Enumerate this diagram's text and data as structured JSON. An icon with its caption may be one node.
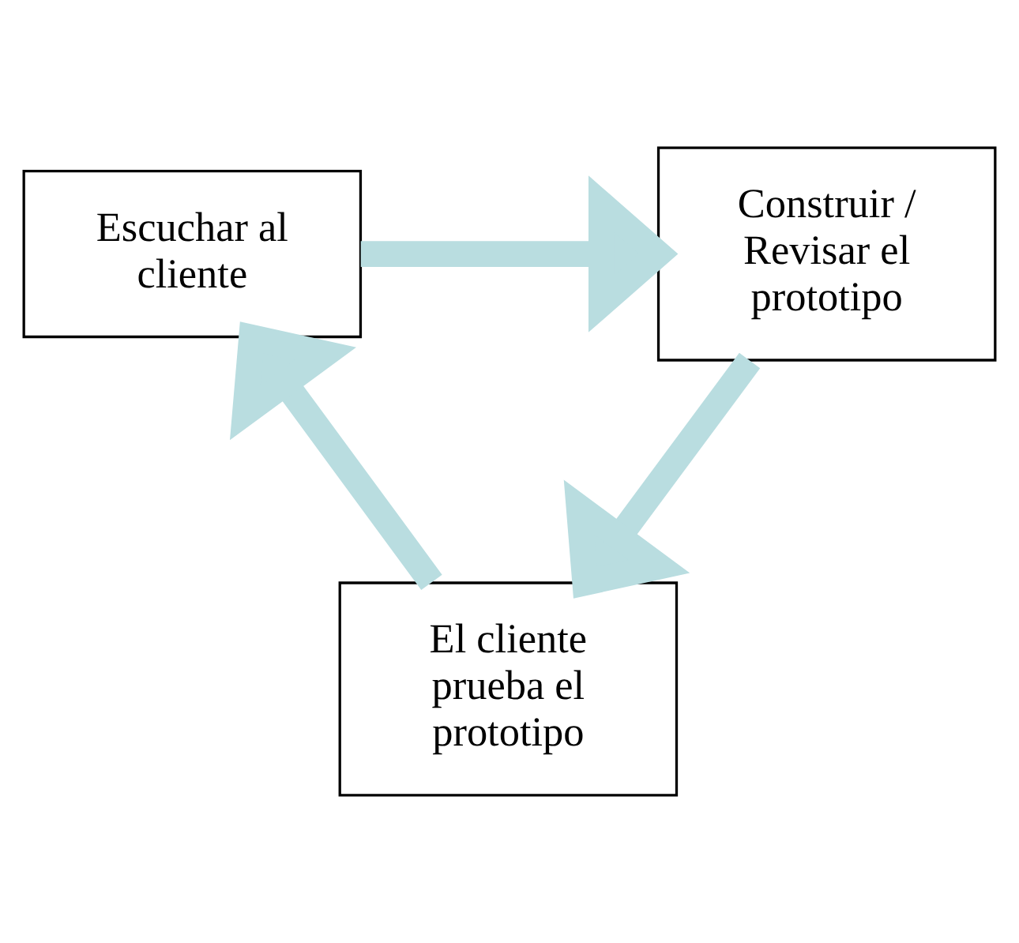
{
  "diagram": {
    "nodes": [
      {
        "text": [
          "Escuchar al cliente"
        ]
      },
      {
        "text": [
          "Construir / Revisar el prototipo"
        ]
      },
      {
        "text": [
          "El cliente prueba el prototipo"
        ]
      }
    ],
    "edges": [
      {
        "from": 0,
        "to": 1,
        "arrow": "to"
      },
      {
        "from": 1,
        "to": 2,
        "arrow": "to"
      },
      {
        "from": 2,
        "to": 0,
        "arrow": "to"
      }
    ]
  }
}
